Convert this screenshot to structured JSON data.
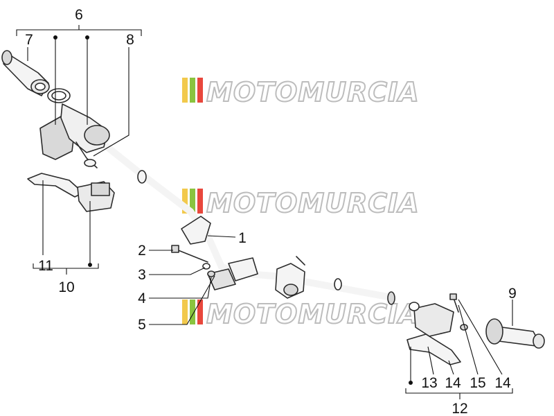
{
  "watermark": {
    "text": "MOTOMURCIA",
    "colors": [
      "#f2c94c",
      "#8ac43f",
      "#e8473c"
    ]
  },
  "callouts": {
    "c1": "1",
    "c2": "2",
    "c3": "3",
    "c4": "4",
    "c5": "5",
    "c6": "6",
    "c7": "7",
    "c8": "8",
    "c9": "9",
    "c10": "10",
    "c11": "11",
    "c12": "12",
    "c13": "13",
    "c14a": "14",
    "c15": "15",
    "c14b": "14"
  },
  "colors": {
    "ink": "#111111",
    "part_fill": "#f4f4f4",
    "part_shade": "#d9d9d9"
  }
}
